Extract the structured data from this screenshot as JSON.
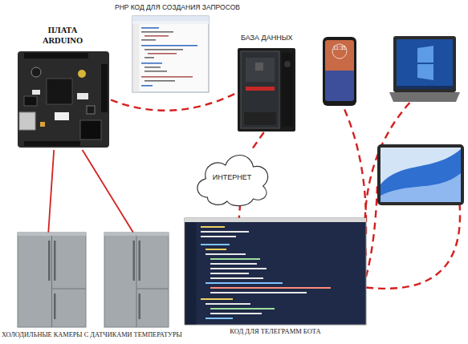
{
  "diagram": {
    "nodes": [
      {
        "text": [
          "PHP КОД ДЛЯ СОЗДАНИЯ ЗАПРОСОВ"
        ]
      },
      {
        "text": [
          "ПЛАТА ARDUINO"
        ]
      },
      {
        "text": [
          "БАЗА ДАННЫХ"
        ]
      },
      {
        "text": [
          "11:35"
        ]
      },
      {
        "text": []
      },
      {
        "text": [
          "ИНТЕРНЕТ"
        ]
      },
      {
        "text": []
      },
      {
        "text": [
          "КОД ДЛЯ ТЕЛЕГРАММ БОТА"
        ]
      },
      {
        "text": []
      },
      {
        "text": []
      }
    ],
    "edges": [
      {
        "from": 1,
        "to": 8,
        "arrow": "none"
      },
      {
        "from": 1,
        "to": 9,
        "arrow": "none"
      },
      {
        "from": 1,
        "to": 2,
        "arrow": "none"
      },
      {
        "from": 2,
        "to": 5,
        "arrow": "none"
      },
      {
        "from": 5,
        "to": 7,
        "arrow": "none"
      },
      {
        "from": 7,
        "to": 3,
        "arrow": "none"
      },
      {
        "from": 7,
        "to": 4,
        "arrow": "none"
      },
      {
        "from": 7,
        "to": 6,
        "arrow": "none"
      },
      {
        "from": 7,
        "to": 6,
        "arrow": "none"
      }
    ],
    "labels": [
      "ХОЛОДИЛЬНЫЕ КАМЕРЫ С ДАТЧИКАМИ ТЕМПЕРАТУРЫ"
    ]
  }
}
